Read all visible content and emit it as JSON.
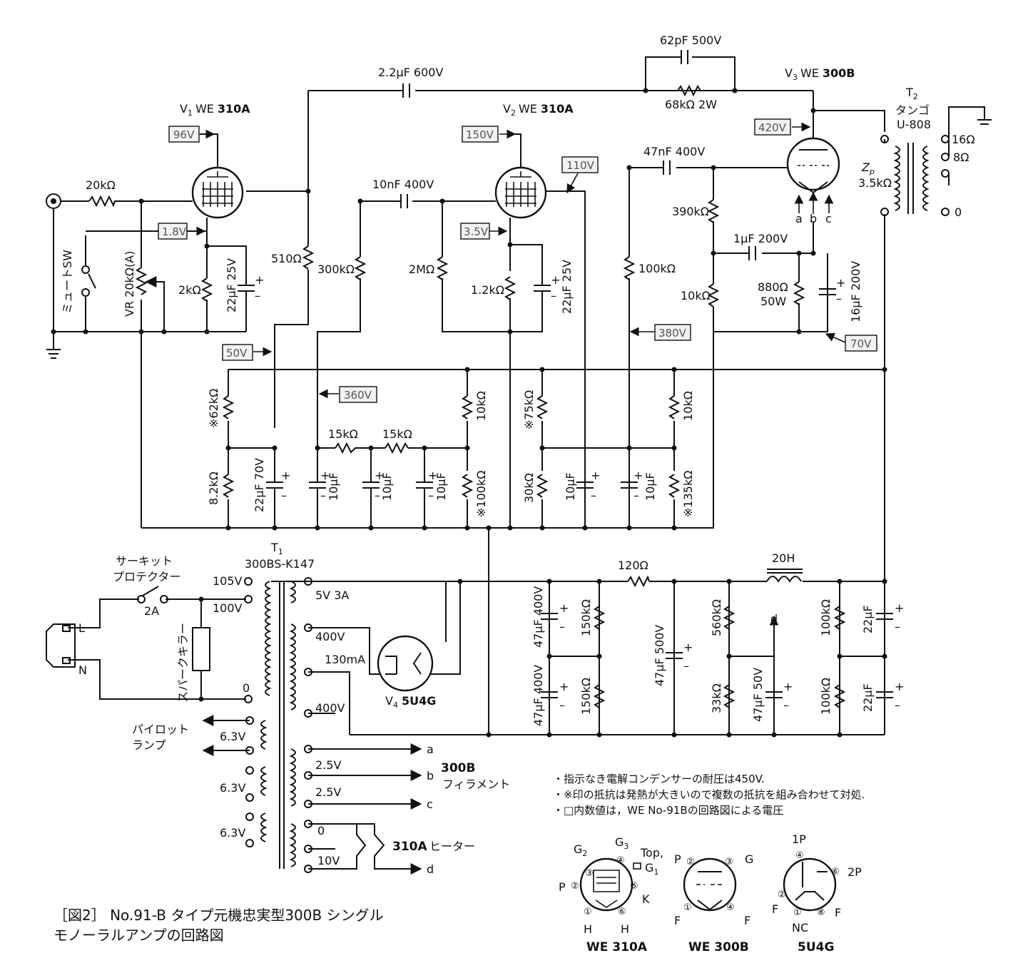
{
  "tubes": {
    "v1": {
      "prefix": "V",
      "sub": "1",
      "name": "WE",
      "type": "310A"
    },
    "v2": {
      "prefix": "V",
      "sub": "2",
      "name": "WE",
      "type": "310A"
    },
    "v3": {
      "prefix": "V",
      "sub": "3",
      "name": "WE",
      "type": "300B"
    },
    "v4": {
      "prefix": "V",
      "sub": "4",
      "type": "5U4G"
    }
  },
  "voltages": {
    "v96": "96V",
    "v1_8": "1.8V",
    "v150": "150V",
    "v3_5": "3.5V",
    "v110": "110V",
    "v420": "420V",
    "v380": "380V",
    "v70": "70V",
    "v50": "50V",
    "v360": "360V"
  },
  "components": {
    "c_2_2uF": "2.2μF 600V",
    "c_62pF": "62pF 500V",
    "r_68k": "68kΩ 2W",
    "r_20k": "20kΩ",
    "c_10nF": "10nF 400V",
    "c_47nF": "47nF 400V",
    "r_510": "510Ω",
    "r_300k": "300kΩ",
    "r_2M": "2MΩ",
    "r_1_2k": "1.2kΩ",
    "r_2k": "2kΩ",
    "c_22uF25_1": "22μF 25V",
    "c_22uF25_2": "22μF 25V",
    "r_100k_a": "100kΩ",
    "r_390k": "390kΩ",
    "c_1uF": "1μF 200V",
    "r_10k_a": "10kΩ",
    "r_880": "880Ω",
    "r_880w": "50W",
    "c_16uF": "16μF 200V",
    "vr": "VR 20kΩ(A)",
    "mute": "ミュートSW",
    "r_62k": "※62kΩ",
    "r_8_2k": "8.2kΩ",
    "c_22uF70": "22μF 70V",
    "r_15k_1": "15kΩ",
    "r_15k_2": "15kΩ",
    "c_10uF_1": "10μF",
    "c_10uF_2": "10μF",
    "c_10uF_3": "10μF",
    "r_10k_b": "10kΩ",
    "r_100k_b": "※100kΩ",
    "r_75k": "※75kΩ",
    "r_30k": "30kΩ",
    "c_10uF_4": "10μF",
    "c_10uF_5": "10μF",
    "r_10k_c": "10kΩ",
    "r_135k": "※135kΩ",
    "r_120": "120Ω",
    "l_20H": "20H",
    "c_47uF400_1": "47μF 400V",
    "c_47uF400_2": "47μF 400V",
    "r_150k_1": "150kΩ",
    "r_150k_2": "150kΩ",
    "c_47uF500": "47μF 500V",
    "r_560k": "560kΩ",
    "r_33k": "33kΩ",
    "c_47uF50": "47μF 50V",
    "r_100k_c": "100kΩ",
    "r_100k_d": "100kΩ",
    "c_22uF_1": "22μF",
    "c_22uF_2": "22μF"
  },
  "transformer_out": {
    "name": "T",
    "sub": "2",
    "brand": "タンゴ",
    "model": "U-808",
    "zp_label": "Z",
    "zp_sub": "p",
    "zp_val": "3.5kΩ",
    "taps": [
      "16Ω",
      "8Ω",
      "0"
    ],
    "abc": [
      "a",
      "b",
      "c"
    ]
  },
  "power": {
    "t1": "T",
    "t1_sub": "1",
    "t1_model": "300BS-K147",
    "breaker_1": "サーキット",
    "breaker_2": "プロテクター",
    "breaker_amp": "2A",
    "spark": "スパークキラー",
    "L": "L",
    "N": "N",
    "p105": "105V",
    "p100": "100V",
    "p0": "0",
    "s5v": "5V 3A",
    "s400a": "400V",
    "s130": "130mA",
    "s400b": "400V",
    "pilot_1": "パイロット",
    "pilot_2": "ランプ",
    "h63a": "6.3V",
    "h63b": "6.3V",
    "h63c": "6.3V",
    "f25a": "2.5V",
    "f25b": "2.5V",
    "fil_300b": "300B",
    "fil_label": "フィラメント",
    "h0": "0",
    "h10": "10V",
    "heater_310a": "310A",
    "heater_label": "ヒーター",
    "out_a": "a",
    "out_b": "b",
    "out_c": "c",
    "out_d": "d",
    "d_top": "d"
  },
  "notes": [
    "・指示なき電解コンデンサーの耐圧は450V.",
    "・※印の抵抗は発熱が大きいので複数の抵抗を組み合わせて対処.",
    "・□内数値は，WE No-91Bの回路図による電圧"
  ],
  "pinouts": {
    "p310a": {
      "name": "WE 310A",
      "G2": "G",
      "G2s": "2",
      "G3": "G",
      "G3s": "3",
      "top": "Top,",
      "G1": "G",
      "G1s": "1",
      "P": "P",
      "K": "K",
      "H1": "H",
      "H2": "H",
      "pins": [
        "①",
        "②",
        "③",
        "④",
        "⑤",
        "⑥"
      ]
    },
    "p300b": {
      "name": "WE 300B",
      "P": "P",
      "G": "G",
      "F1": "F",
      "F2": "F",
      "pins": [
        "②",
        "③",
        "①",
        "④"
      ]
    },
    "p5u4g": {
      "name": "5U4G",
      "P1": "1P",
      "P2": "2P",
      "F1": "F",
      "F2": "F",
      "NC": "NC",
      "pins": [
        "④",
        "⑥",
        "②",
        "①",
        "⑧"
      ]
    }
  },
  "caption": {
    "line1": "［図2］ No.91-B タイプ元機忠実型300B シングル",
    "line2": "モノーラルアンプの回路図"
  }
}
